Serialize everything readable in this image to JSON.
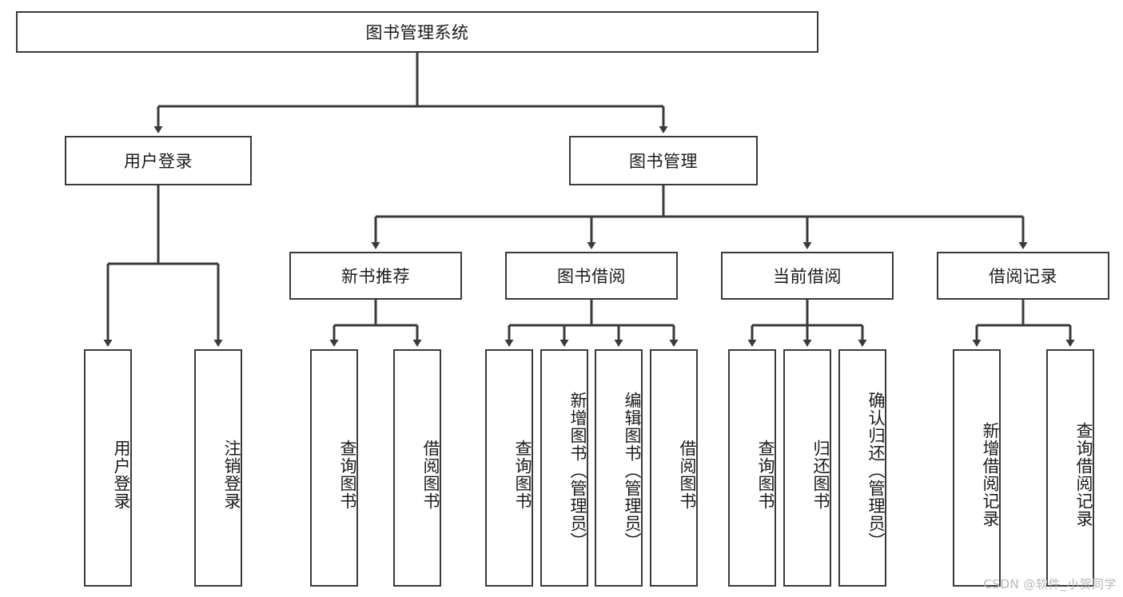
{
  "diagram": {
    "title": "图书管理系统",
    "type": "tree-hierarchy",
    "watermark": "CSDN @软件_小贺同学",
    "colors": {
      "border": "#3a3a3a",
      "background": "#ffffff",
      "text": "#1b1b1b",
      "connector": "#3a3a3a",
      "watermark": "#b9b9b9"
    },
    "nodes": {
      "root": {
        "label": "图书管理系统"
      },
      "level2": [
        {
          "label": "用户登录"
        },
        {
          "label": "图书管理"
        }
      ],
      "level3": [
        {
          "label": "新书推荐"
        },
        {
          "label": "图书借阅"
        },
        {
          "label": "当前借阅"
        },
        {
          "label": "借阅记录"
        }
      ],
      "leaves": {
        "user_login": [
          {
            "label": "用户登录"
          },
          {
            "label": "注销登录"
          }
        ],
        "new_book_recommend": [
          {
            "label": "查询图书"
          },
          {
            "label": "借阅图书"
          }
        ],
        "book_borrow": [
          {
            "label": "查询图书"
          },
          {
            "label": "新增图书（管理员）"
          },
          {
            "label": "编辑图书（管理员）"
          },
          {
            "label": "借阅图书"
          }
        ],
        "current_borrow": [
          {
            "label": "查询图书"
          },
          {
            "label": "归还图书"
          },
          {
            "label": "确认归还（管理员）"
          }
        ],
        "borrow_record": [
          {
            "label": "新增借阅记录"
          },
          {
            "label": "查询借阅记录"
          }
        ]
      }
    }
  }
}
